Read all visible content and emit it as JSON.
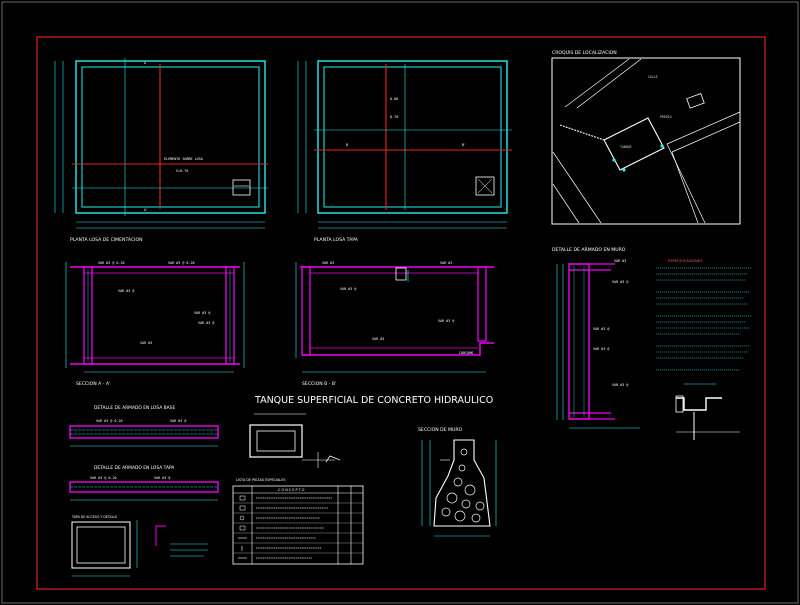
{
  "sheet": {
    "title": "TANQUE SUPERFICIAL DE CONCRETO HIDRAULICO"
  },
  "views": {
    "foundation_plan": "PLANTA LOSA DE CIMENTACION",
    "cover_plan": "PLANTA LOSA TAPA",
    "location_sketch": "CROQUIS DE LOCALIZACION",
    "section_a": "SECCION A - A'",
    "section_b": "SECCION B - B'",
    "wall_reinforcement": "DETALLE DE ARMADO EN MURO",
    "base_slab_detail": "DETALLE DE ARMADO EN LOSA BASE",
    "cover_slab_detail": "DETALLE DE ARMADO EN LOSA TAPA",
    "wall_section": "SECCION DE MURO",
    "specifications": "ESPECIFICACIONES",
    "lid_detail": "TAPA DE ACCESO Y DETALLE",
    "legend_title": "LISTA DE PIEZAS ESPECIALES"
  },
  "legend": {
    "column_header": "C O N C E P T O"
  }
}
